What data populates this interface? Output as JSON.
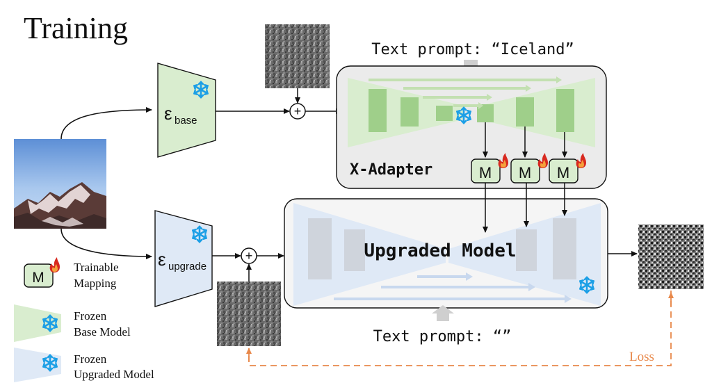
{
  "title": "Training",
  "prompt_top": "Text prompt: “Iceland”",
  "prompt_bottom": "Text prompt: “”",
  "adapter_label": "X-Adapter",
  "upgraded_label": "Upgraded Model",
  "encoder_base": {
    "main": "ε",
    "sub": "base"
  },
  "encoder_upgrade": {
    "main": "ε",
    "sub": "upgrade"
  },
  "mapping_letter": "M",
  "loss_label": "Loss",
  "plus_symbol": "+",
  "legend": {
    "trainable": [
      "Trainable",
      "Mapping"
    ],
    "frozen_base": [
      "Frozen",
      "Base Model"
    ],
    "frozen_upgraded": [
      "Frozen",
      "Upgraded Model"
    ]
  },
  "colors": {
    "green_fill": "#d9edcf",
    "green_block": "#9fcf8a",
    "blue_fill": "#dfe9f6",
    "gray_block": "#cfd4dc",
    "panel_gray": "#ebebeb",
    "loss_orange": "#e8884a",
    "snowflake": "#1c9fe6",
    "fire": "#d8291f"
  }
}
